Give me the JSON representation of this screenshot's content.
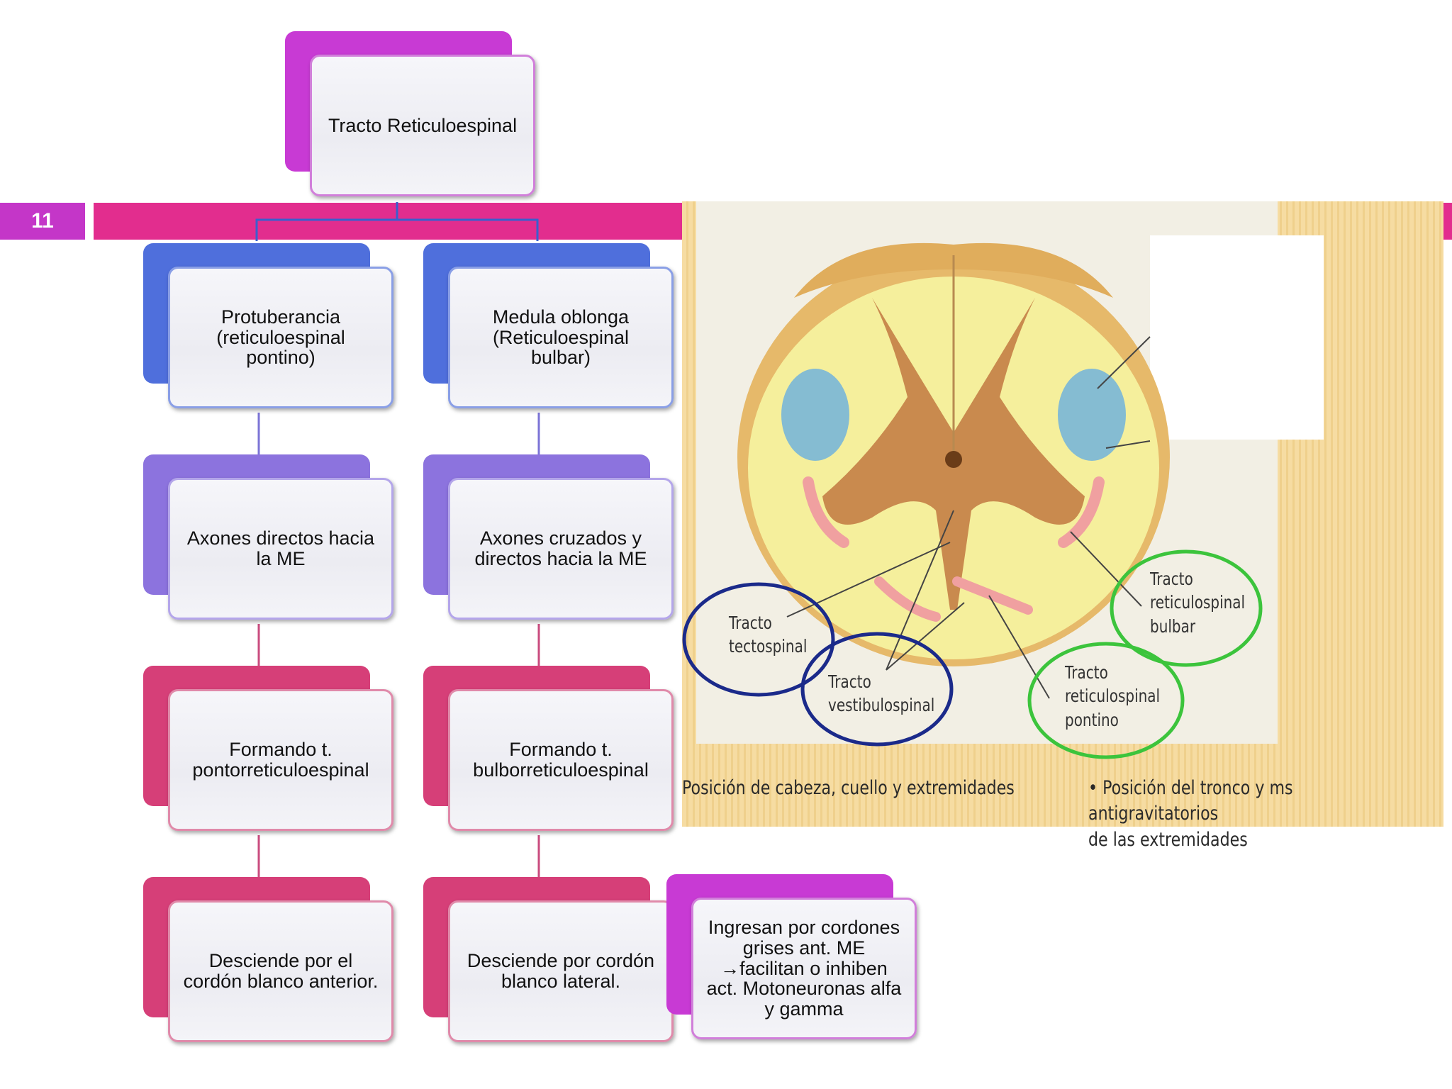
{
  "slide_number": "11",
  "nodes": {
    "root": "Tracto Reticuloespinal",
    "pons": "Protuberancia\n(reticuloespinal\npontino)",
    "medulla": "Medula oblonga\n(Reticuloespinal\nbulbar)",
    "left_axons": "Axones directos hacia\nla ME",
    "right_axons": "Axones cruzados y\ndirectos hacia la ME",
    "left_forming": "Formando t.\npontorreticuloespinal",
    "right_forming": "Formando t.\nbulborreticuloespinal",
    "left_descends": "Desciende por el\ncordón blanco anterior.",
    "right_descends": "Desciende por cordón\nblanco lateral.",
    "side_note": "Ingresan por cordones\ngrises ant.  ME\n→facilitan o inhiben\nact. Motoneuronas alfa\ny gamma"
  },
  "figure": {
    "labels": {
      "tectospinal": "Tracto\ntectospinal",
      "vestibulospinal": "Tracto\nvestibulospinal",
      "reticulospinal_bulbar": "Tracto\nreticulospinal\nbulbar",
      "reticulospinal_pontino": "Tracto\nreticulospinal\npontino"
    },
    "caption_left": "Posición de cabeza, cuello y extremidades",
    "caption_right": "• Posición del tronco y ms antigravitatorios\n  de las extremidades"
  },
  "colors": {
    "magenta": "#c83ad4",
    "blue": "#4f6fdc",
    "violet": "#8c73de",
    "rose": "#d63f78",
    "band": "#e22d8e",
    "connector_blue": "#3a5fcd",
    "circle_navy": "#1b2a8a",
    "circle_green": "#3cc43c"
  }
}
